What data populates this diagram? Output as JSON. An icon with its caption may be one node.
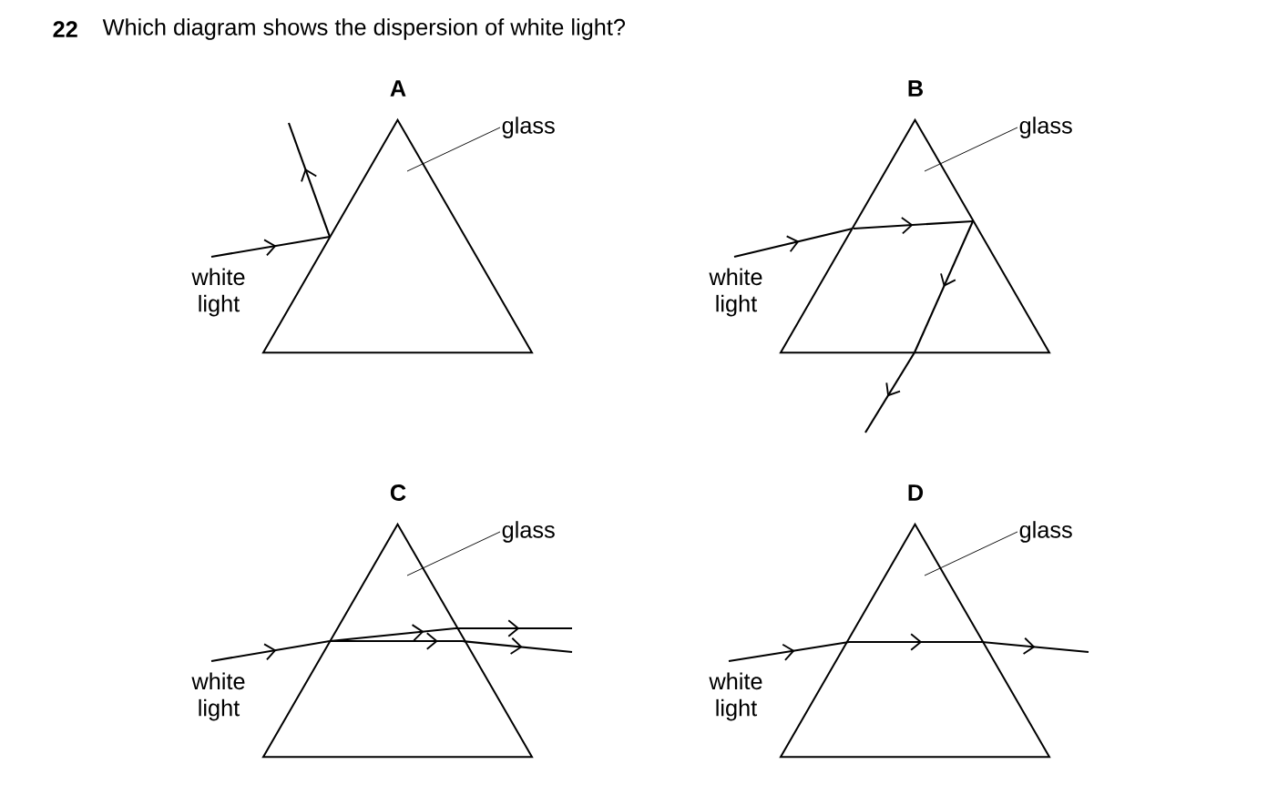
{
  "diagram": {
    "title": "Which diagram shows the dispersion of white light?",
    "nodes": [
      {
        "text": [],
        "shape": "triangle"
      },
      {
        "text": [
          "glass"
        ]
      },
      {
        "text": [
          "white light"
        ]
      },
      {
        "text": [],
        "shape": "triangle"
      },
      {
        "text": [
          "glass"
        ]
      },
      {
        "text": [
          "white light"
        ]
      },
      {
        "text": [],
        "shape": "triangle"
      },
      {
        "text": [
          "glass"
        ]
      },
      {
        "text": [
          "white light"
        ]
      },
      {
        "text": [],
        "shape": "triangle"
      },
      {
        "text": [
          "glass"
        ]
      },
      {
        "text": [
          "white light"
        ]
      }
    ],
    "edges": [
      {
        "from": 1,
        "to": 0,
        "arrow": "none"
      },
      {
        "from": 2,
        "to": 0,
        "arrow": "to"
      },
      {
        "from": 4,
        "to": 3,
        "arrow": "none"
      },
      {
        "from": 5,
        "to": 3,
        "arrow": "to"
      },
      {
        "from": 7,
        "to": 6,
        "arrow": "none"
      },
      {
        "from": 8,
        "to": 6,
        "arrow": "to"
      },
      {
        "from": 10,
        "to": 9,
        "arrow": "none"
      },
      {
        "from": 11,
        "to": 9,
        "arrow": "to"
      }
    ],
    "labels": [
      "22",
      "A",
      "B",
      "C",
      "D"
    ]
  }
}
